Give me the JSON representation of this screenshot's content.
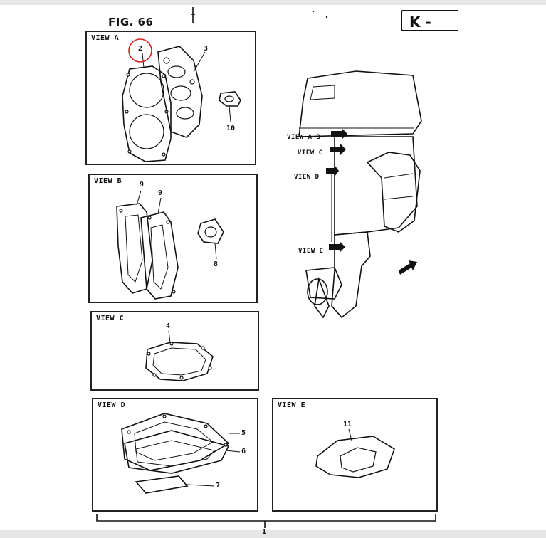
{
  "figure": {
    "title": "FIG. 66",
    "page_code": "K -"
  },
  "views": [
    {
      "id": "A",
      "label": "VIEW A",
      "parts": [
        "2",
        "3",
        "10"
      ]
    },
    {
      "id": "B",
      "label": "VIEW B",
      "parts": [
        "9",
        "9",
        "8"
      ]
    },
    {
      "id": "C",
      "label": "VIEW C",
      "parts": [
        "4"
      ]
    },
    {
      "id": "D",
      "label": "VIEW D",
      "parts": [
        "5",
        "6",
        "7"
      ]
    },
    {
      "id": "E",
      "label": "VIEW E",
      "parts": [
        "11"
      ]
    }
  ],
  "motor_labels": {
    "ab": "VIEW A·B",
    "c": "VIEW C",
    "d": "VIEW D",
    "e": "VIEW E"
  },
  "bottom_ref": "1",
  "highlight": {
    "part": "2",
    "color": "#d62020"
  }
}
